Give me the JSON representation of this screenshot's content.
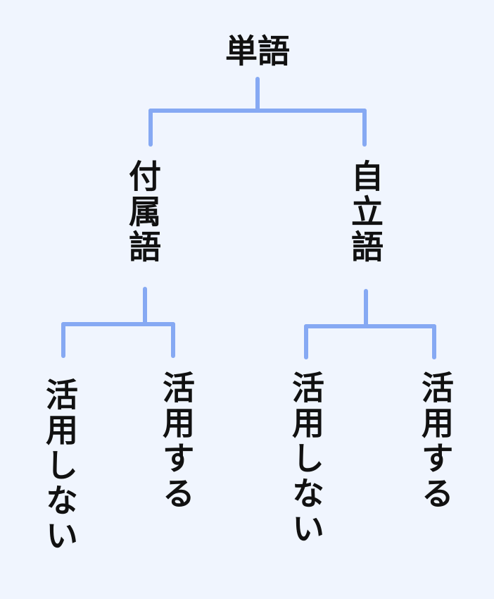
{
  "root": {
    "label": "単語"
  },
  "branches": [
    {
      "label": "付属語",
      "children": [
        {
          "label": "活用しない"
        },
        {
          "label": "活用する"
        }
      ]
    },
    {
      "label": "自立語",
      "children": [
        {
          "label": "活用しない"
        },
        {
          "label": "活用する"
        }
      ]
    }
  ],
  "colors": {
    "background": "#f0f5fe",
    "connector": "#86a9f3",
    "text": "#111111"
  }
}
